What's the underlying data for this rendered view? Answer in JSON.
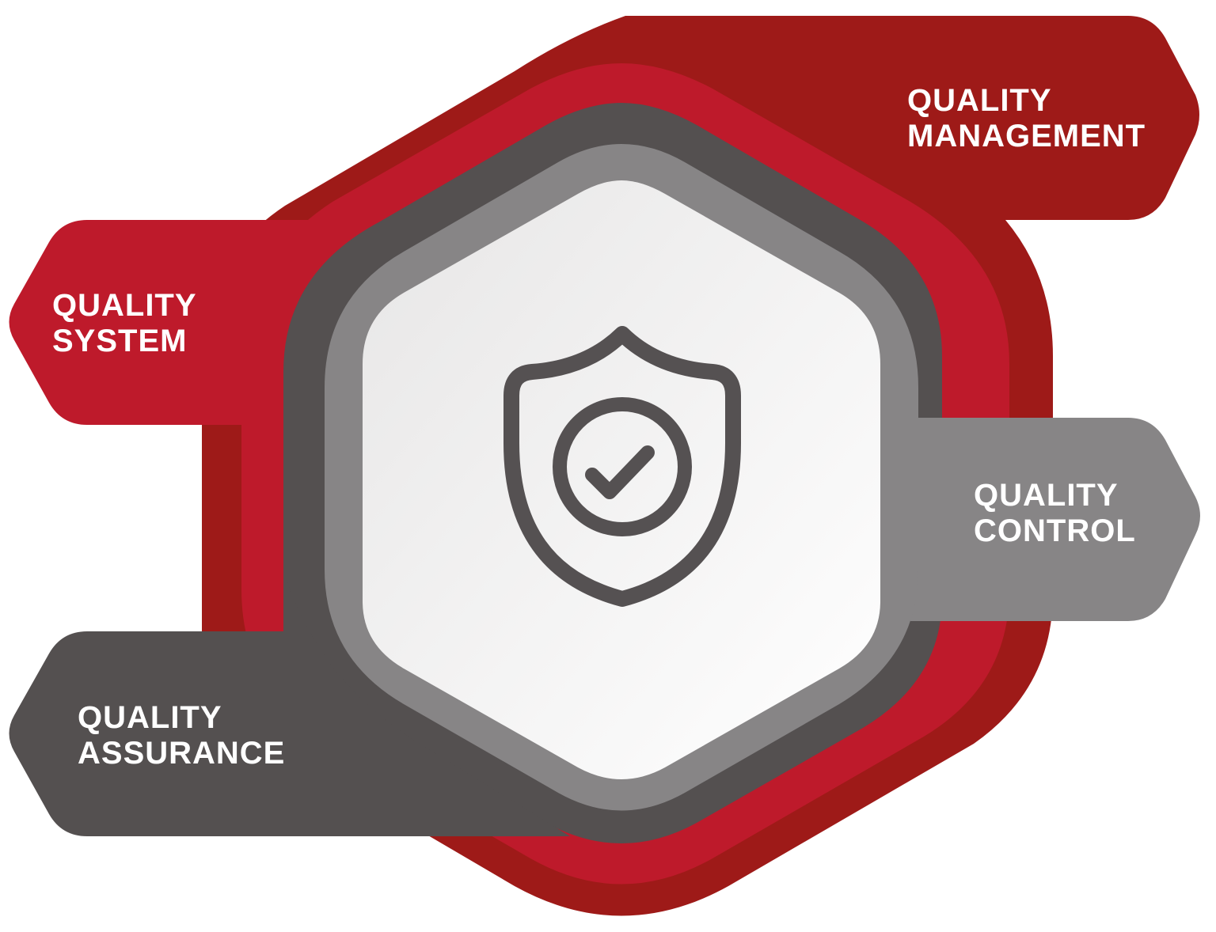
{
  "colors": {
    "dark_red": "#9e1a18",
    "red": "#be1a2b",
    "dark_gray": "#545050",
    "gray": "#878586",
    "center_fill": "#f1f0f0",
    "icon": "#555152",
    "text": "#ffffff"
  },
  "center": {
    "icon": "shield-check-icon"
  },
  "segments": {
    "management": {
      "line1": "QUALITY",
      "line2": "MANAGEMENT"
    },
    "system": {
      "line1": "QUALITY",
      "line2": "SYSTEM"
    },
    "control": {
      "line1": "QUALITY",
      "line2": "CONTROL"
    },
    "assurance": {
      "line1": "QUALITY",
      "line2": "ASSURANCE"
    }
  }
}
